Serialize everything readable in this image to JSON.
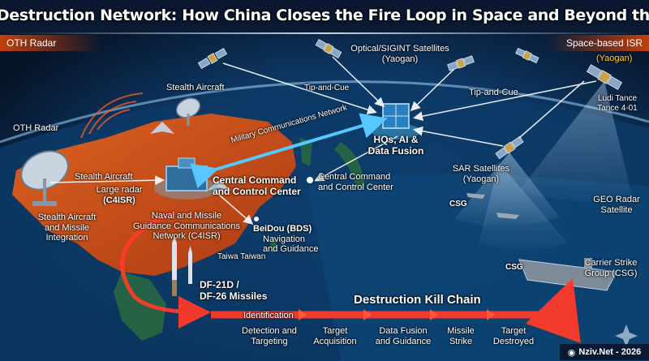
{
  "title": "Beijing’s Destruction Network: How China Closes the Fire Loop in Space and Beyond the Horizon",
  "corners": {
    "left": "OTH Radar",
    "right": "Space-based ISR",
    "right_sub": "(Yaogan)"
  },
  "labels": {
    "oth_radar": "OTH Radar",
    "stealth_aircraft_top": "Stealth Aircraft",
    "stealth_aircraft_mid": "Stealth Aircraft",
    "large_radar": "Large radar",
    "large_radar_sub": "(C4ISR)",
    "stealth_missile_line1": "Stealth Aircraft",
    "stealth_missile_line2": "and Missile",
    "stealth_missile_line3": "Integration",
    "naval_line1": "Naval and Missile",
    "naval_line2": "Guidance Communications",
    "naval_line3": "Network (C4ISR)",
    "central_cmd_line1": "Central Command",
    "central_cmd_line2": "and Control Center",
    "central_cmd2_line1": "Central Command",
    "central_cmd2_line2": "and Control Center",
    "military_comms": "Military Communications Network",
    "hq_line1": "HQs, AI &",
    "hq_line2": "Data Fusion",
    "optical_line1": "Optical/SIGINT Satellites",
    "optical_line2": "(Yaogan)",
    "tip_cue_1": "Tip-and-Cue",
    "tip_cue_2": "Tip-and-Cue",
    "ludi_line1": "Ludi Tance",
    "ludi_line2": "Tance 4-01",
    "sar_line1": "SAR Satellites",
    "sar_line2": "(Yaogan)",
    "csg_left": "CSG",
    "csg_ship": "CSG",
    "geo_line1": "GEO Radar",
    "geo_line2": "Satellite",
    "beidou_line1": "BeiDou (BDS)",
    "beidou_line2": "Navigation",
    "beidou_line3": "and Guidance",
    "taiwan": "Taiwa Taiwan",
    "df_line1": "DF-21D /",
    "df_line2": "DF-26 Missiles",
    "carrier_line1": "Carrier Strike",
    "carrier_line2": "Group (CSG)"
  },
  "kill_chain": {
    "title": "Destruction Kill Chain",
    "identification": "Identification",
    "steps": [
      {
        "l1": "Detection and",
        "l2": "Targeting"
      },
      {
        "l1": "Target",
        "l2": "Acquisition"
      },
      {
        "l1": "Data Fusion",
        "l2": "and Guidance"
      },
      {
        "l1": "Missile",
        "l2": "Strike"
      },
      {
        "l1": "Target",
        "l2": "Destroyed"
      }
    ]
  },
  "footer": "Nziv.Net - 2026",
  "colors": {
    "accent_red": "#ff3b2a",
    "accent_orange": "#e8641c",
    "link_cyan": "#57c8ff",
    "ocean": "#0b3a66"
  }
}
